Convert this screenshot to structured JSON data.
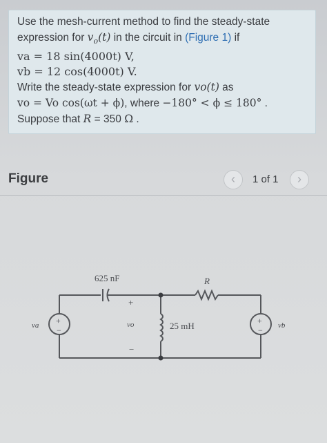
{
  "problem": {
    "line1": "Use the mesh-current method to find the steady-state",
    "line2_pre": "expression for ",
    "line2_var": "v",
    "line2_sub": "o",
    "line2_arg": "(t)",
    "line2_mid": " in the circuit in ",
    "line2_link": "(Figure 1)",
    "line2_post": " if",
    "line3": "va = 18 sin(4000t) V,",
    "line4": "vb = 12 cos(4000t) V.",
    "line5_pre": "Write the steady-state expression for ",
    "line5_var": "vo(t)",
    "line5_post": " as",
    "line6_math": "vo = Vo cos(ωt + ϕ)",
    "line6_mid": ", where ",
    "line6_cond": "−180° < ϕ ≤ 180°",
    "line6_post": " .",
    "line7_pre": "Suppose that ",
    "line7_var": "R",
    "line7_val": " = 350 ",
    "line7_unit": "Ω",
    "line7_post": " ."
  },
  "figure": {
    "title": "Figure",
    "page_indicator": "1 of 1",
    "prev_icon": "chevron-left-icon",
    "next_icon": "chevron-right-icon"
  },
  "circuit": {
    "capacitor_label": "625 nF",
    "resistor_label": "R",
    "inductor_label": "25 mH",
    "source_a_label": "va",
    "source_b_label": "vb",
    "vo_label": "vo",
    "plus": "+",
    "minus": "−"
  }
}
